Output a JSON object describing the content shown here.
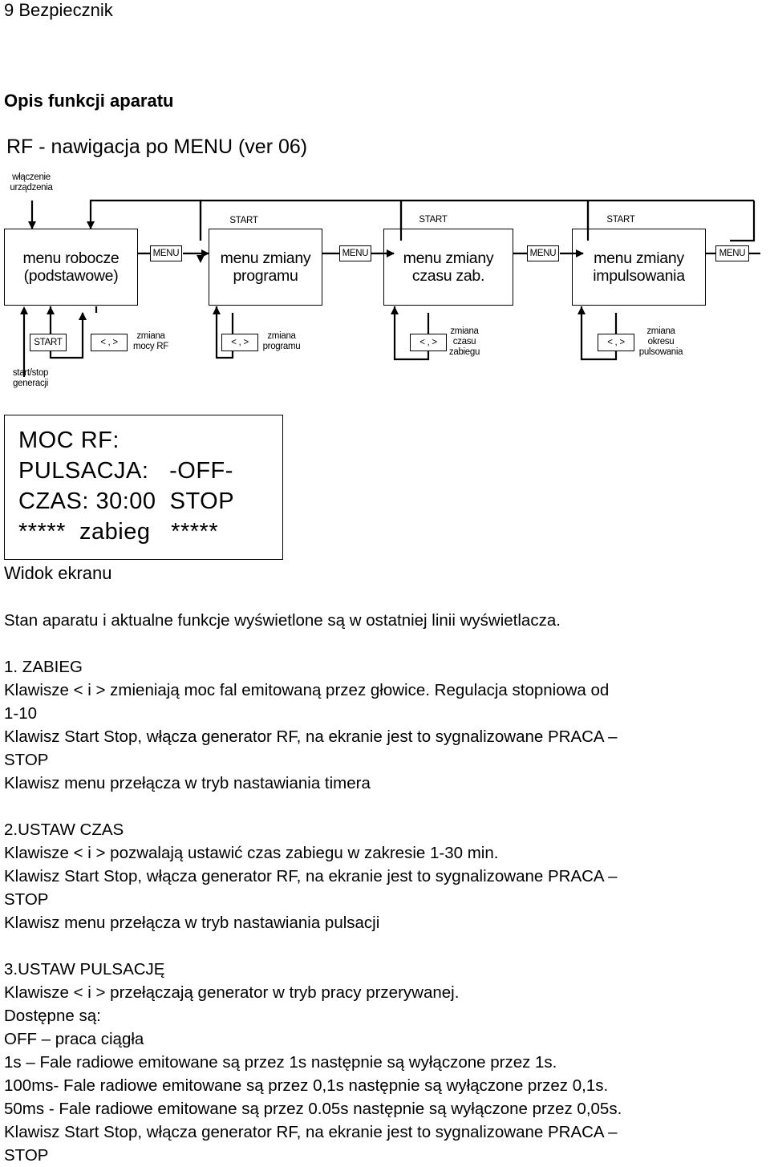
{
  "header": {
    "page_title": "9 Bezpiecznik"
  },
  "section": {
    "title": "Opis funkcji aparatu"
  },
  "diagram": {
    "title": "RF - nawigacja po MENU (ver 06)",
    "power_label": "włączenie\nurządzenia",
    "menus": [
      {
        "label": "menu robocze\n(podstawowe)"
      },
      {
        "label": "menu zmiany\nprogramu"
      },
      {
        "label": "menu zmiany\nczasu zab."
      },
      {
        "label": "menu zmiany\nimpulsowania"
      }
    ],
    "menu_keys": [
      "MENU",
      "MENU",
      "MENU",
      "MENU"
    ],
    "start_keys": [
      "START",
      "START",
      "START"
    ],
    "sub": {
      "start_key": "START",
      "start_label": "start/stop\ngeneracji",
      "arrow_keys": [
        "< , >",
        "< , >",
        "< , >",
        "< , >"
      ],
      "labels": [
        "zmiana\nmocy RF",
        "zmiana\nprogramu",
        "zmiana\nczasu\nzabiegu",
        "zmiana\nokresu\npulsowania"
      ]
    }
  },
  "screen": {
    "lines": [
      "MOC RF:",
      "PULSACJA:   -OFF-",
      "CZAS: 30:00  STOP",
      "*****  zabieg   *****"
    ],
    "caption": "Widok ekranu"
  },
  "body": {
    "lines": [
      "Stan aparatu i aktualne funkcje wyświetlone są w ostatniej linii wyświetlacza.",
      "",
      "1. ZABIEG",
      "Klawisze < i > zmieniają moc fal emitowaną przez głowice. Regulacja stopniowa od",
      "1-10",
      "Klawisz Start Stop, włącza generator RF, na ekranie jest to sygnalizowane PRACA –",
      "STOP",
      "Klawisz menu przełącza w tryb nastawiania timera",
      "",
      "2.USTAW CZAS",
      "Klawisze < i > pozwalają ustawić czas zabiegu w zakresie 1-30 min.",
      "Klawisz Start Stop, włącza generator RF, na ekranie jest to sygnalizowane PRACA –",
      "STOP",
      "Klawisz menu przełącza w tryb nastawiania pulsacji",
      "",
      "3.USTAW PULSACJĘ",
      "Klawisze < i > przełączają generator w tryb pracy przerywanej.",
      "Dostępne są:",
      "OFF – praca ciągła",
      "1s – Fale radiowe emitowane są przez 1s następnie są wyłączone przez 1s.",
      "100ms- Fale radiowe emitowane są przez 0,1s następnie są wyłączone przez 0,1s.",
      "50ms - Fale radiowe emitowane są przez 0.05s następnie są wyłączone przez 0,05s.",
      "Klawisz Start Stop, włącza generator RF, na ekranie jest to sygnalizowane PRACA –",
      "STOP"
    ]
  }
}
